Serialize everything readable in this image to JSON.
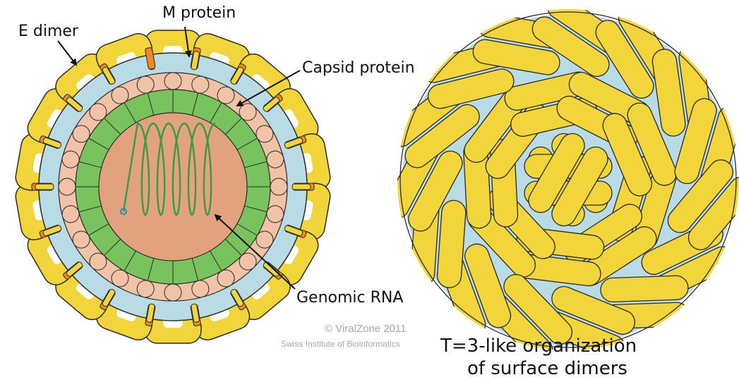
{
  "labels": {
    "e_dimer": "E dimer",
    "m_protein": "M protein",
    "capsid_protein": "Capsid protein",
    "genomic_rna": "Genomic RNA"
  },
  "credit": {
    "line1": "© ViralZone 2011",
    "line2": "Swiss Institute of Bioinformatics"
  },
  "caption": {
    "line1": "T=3-like organization",
    "line2": "of surface dimers"
  },
  "colors": {
    "envelope_protein": "#f2d53a",
    "membrane": "#b9dbe6",
    "m_protein": "#ef8a1f",
    "matrix": "#f0c2a6",
    "capsid": "#79c35e",
    "core": "#e3a27e",
    "rna": "#3d9a4a"
  }
}
